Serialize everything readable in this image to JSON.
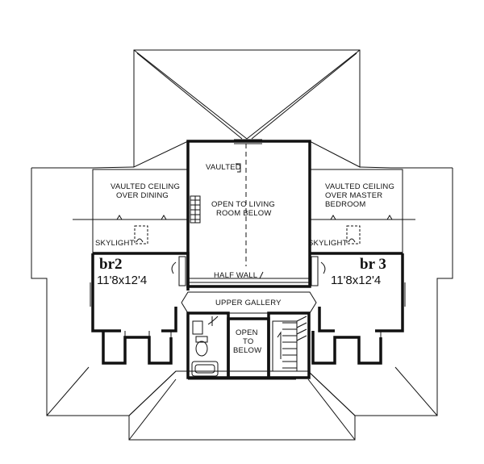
{
  "labels": {
    "vaulted_ceiling_dining_l1": "VAULTED CEILING",
    "vaulted_ceiling_dining_l2": "OVER DINING",
    "vaulted_ceiling_master_l1": "VAULTED CEILING",
    "vaulted_ceiling_master_l2": "OVER MASTER",
    "vaulted_ceiling_master_l3": "BEDROOM",
    "vaulted": "VAULTED",
    "open_living_l1": "OPEN TO LIVING",
    "open_living_l2": "ROOM BELOW",
    "skylight_left": "SKYLIGHT",
    "skylight_right": "SKYLIGHT",
    "half_wall": "HALF WALL",
    "upper_gallery": "UPPER GALLERY",
    "open_below_l1": "OPEN",
    "open_below_l2": "TO",
    "open_below_l3": "BELOW"
  },
  "rooms": {
    "br2": {
      "name": "br2",
      "dims": "11'8x12'4"
    },
    "br3": {
      "name": "br 3",
      "dims": "11'8x12'4"
    }
  }
}
